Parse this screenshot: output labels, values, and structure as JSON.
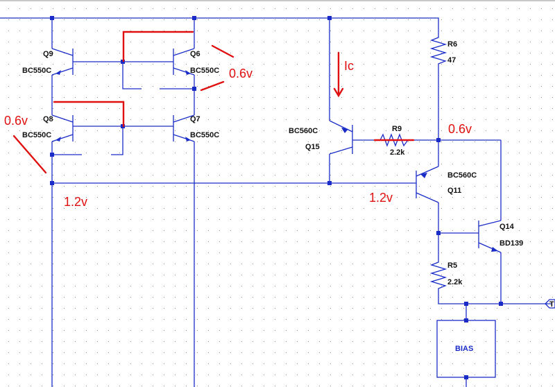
{
  "components": {
    "q9": {
      "name": "Q9",
      "model": "BC550C"
    },
    "q8": {
      "name": "Q8",
      "model": "BC550C"
    },
    "q6": {
      "name": "Q6",
      "model": "BC550C"
    },
    "q7": {
      "name": "Q7",
      "model": "BC550C"
    },
    "q15": {
      "name": "Q15",
      "model": "BC560C"
    },
    "q11": {
      "name": "Q11",
      "model": "BC560C"
    },
    "q14": {
      "name": "Q14",
      "model": "BD139"
    },
    "r6": {
      "name": "R6",
      "value": "47"
    },
    "r9": {
      "name": "R9",
      "value": "2.2k"
    },
    "r5": {
      "name": "R5",
      "value": "2.2k"
    },
    "bias": {
      "name": "BIAS"
    }
  },
  "annotations": {
    "v_q6": "0.6v",
    "v_q8": "0.6v",
    "v_r9": "0.6v",
    "v_left": "1.2v",
    "v_q11": "1.2v",
    "ic": "Ic",
    "port": "T"
  },
  "colors": {
    "wire": "#1a2cc8",
    "annotation": "#e01010",
    "grid_dot": "#8a8a8a",
    "background": "#ffffff"
  }
}
